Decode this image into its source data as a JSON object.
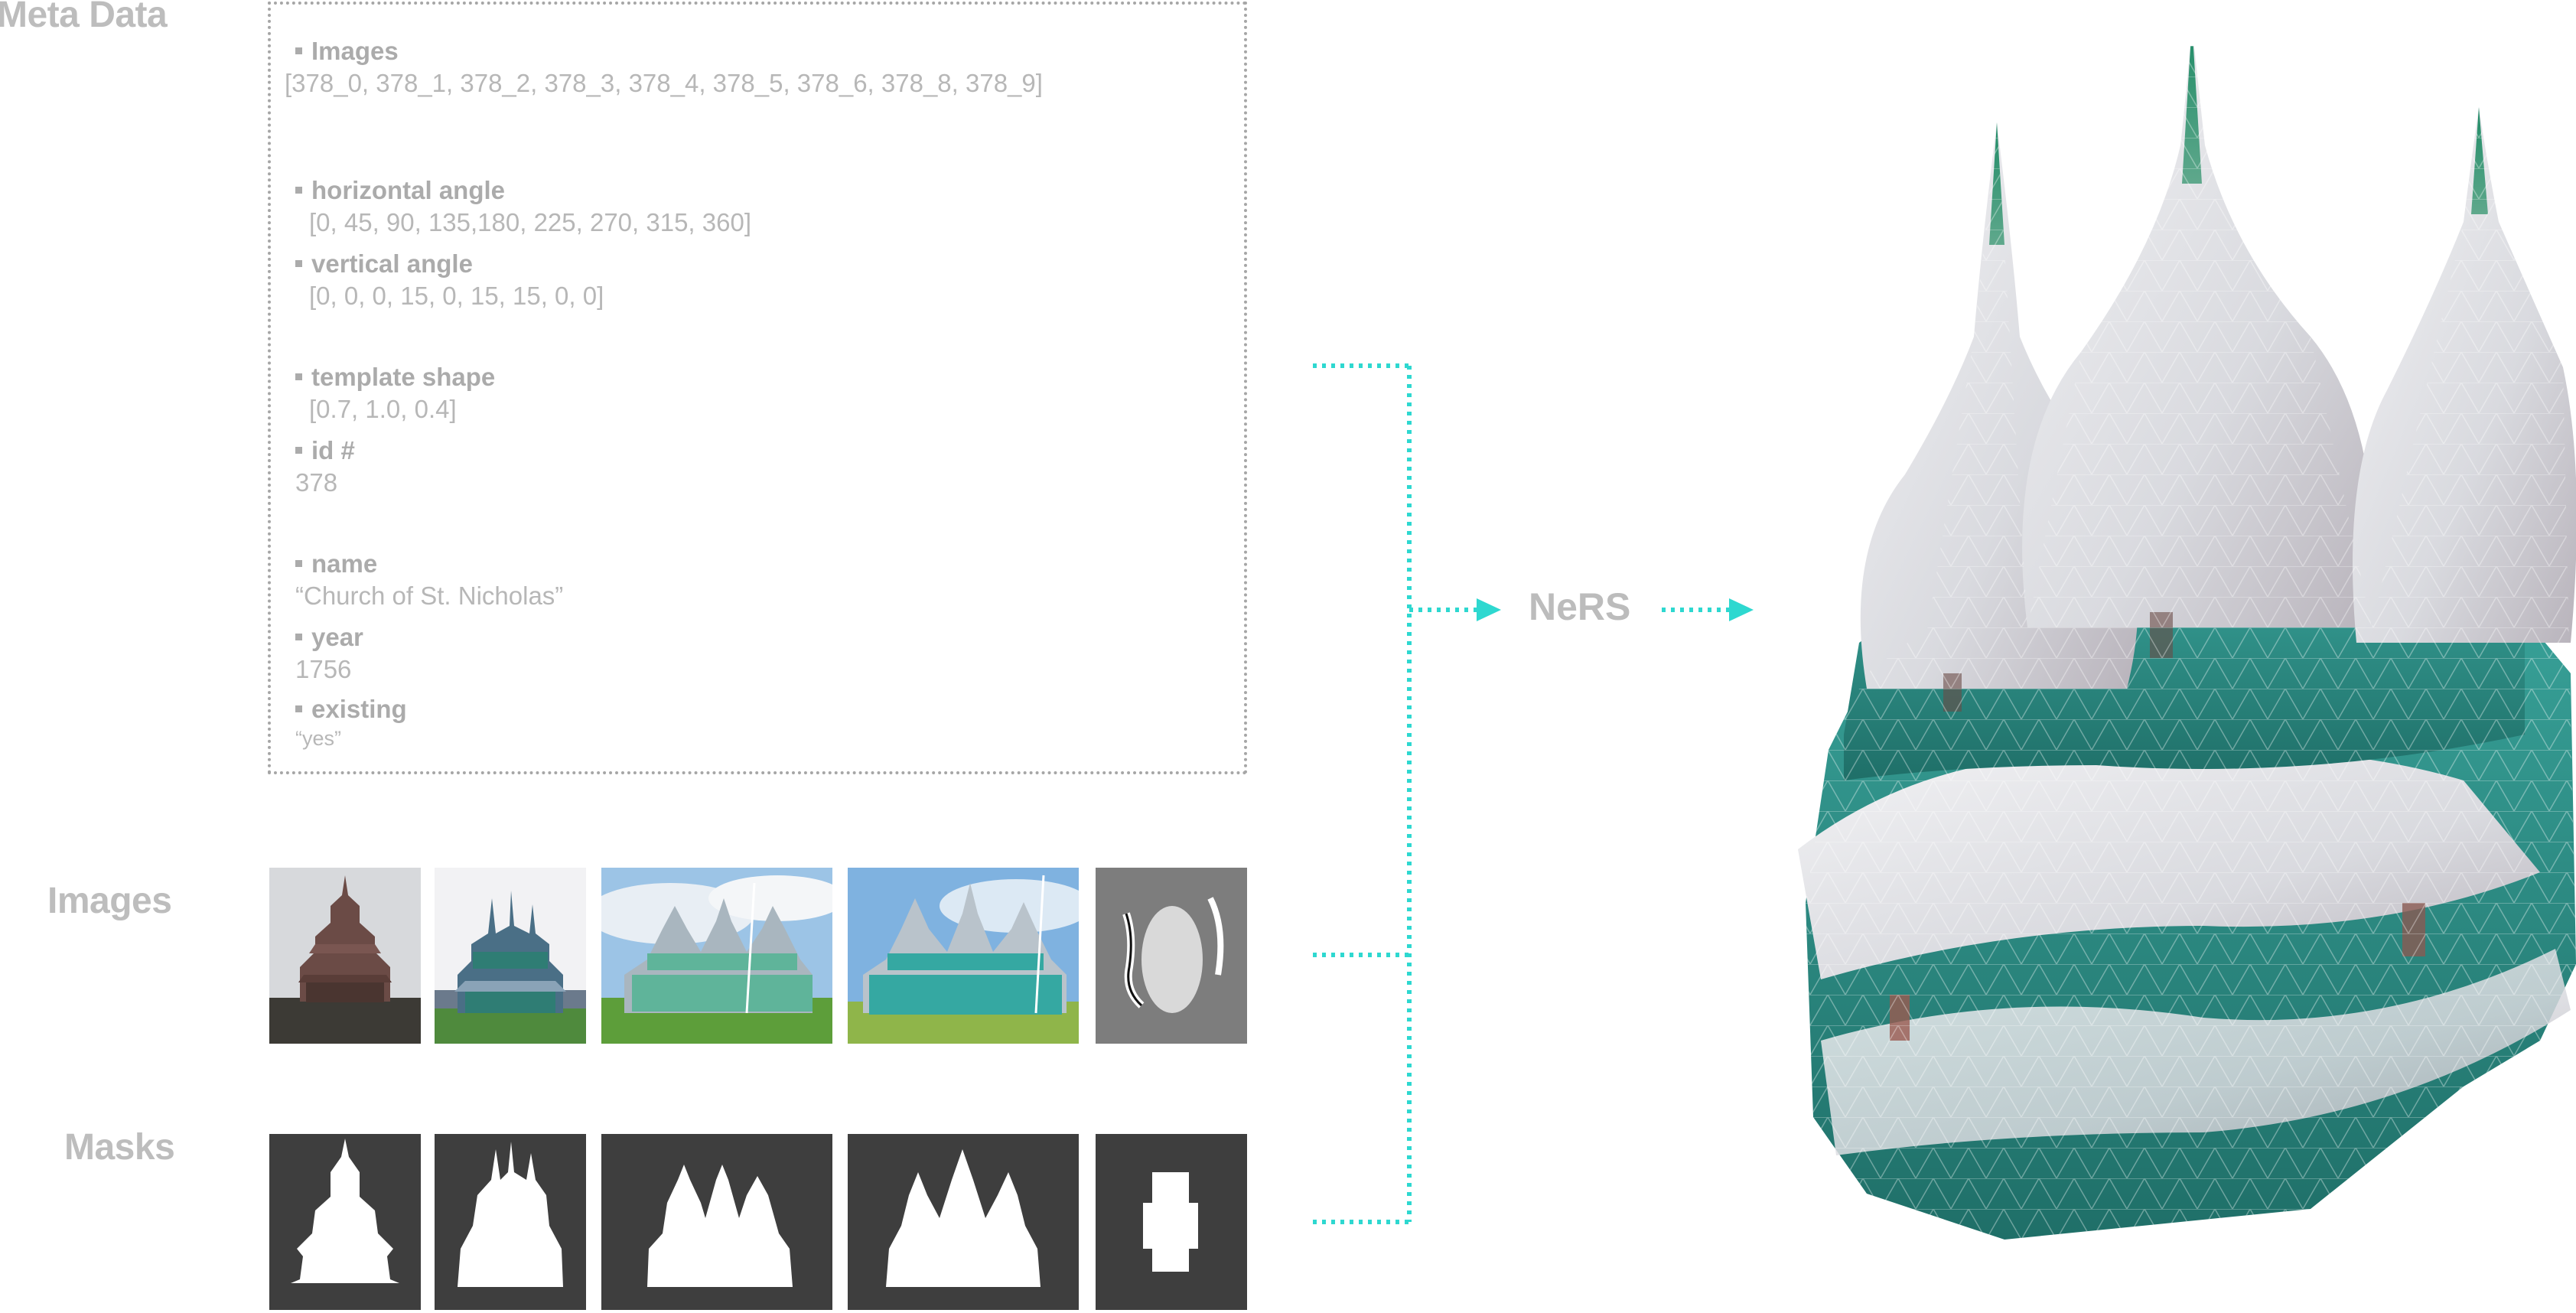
{
  "labels": {
    "meta": "Meta Data",
    "images": "Images",
    "masks": "Masks",
    "model": "NeRS"
  },
  "meta_fields": [
    {
      "key": "Images",
      "value": "[378_0, 378_1, 378_2, 378_3, 378_4,  378_5, 378_6, 378_8, 378_9]"
    },
    {
      "key": "horizontal angle",
      "value": "[0, 45, 90, 135,180, 225, 270, 315, 360]"
    },
    {
      "key": "vertical angle",
      "value": "[0, 0, 0, 15, 0,  15, 15, 0, 0]"
    },
    {
      "key": "template shape",
      "value": "[0.7, 1.0, 0.4]"
    },
    {
      "key": "id #",
      "value": "378"
    },
    {
      "key": "name",
      "value": "“Church of St. Nicholas”"
    },
    {
      "key": "year",
      "value": "1756"
    },
    {
      "key": "existing",
      "value": "“yes”"
    }
  ],
  "colors": {
    "label_gray": "#bdbdbd",
    "connector_cyan": "#2ed8d0",
    "mask_bg": "#3e3e3e",
    "teal": "#2b8f86"
  },
  "icons": {
    "bullet": "square-bullet",
    "arrow": "arrowhead-right"
  }
}
